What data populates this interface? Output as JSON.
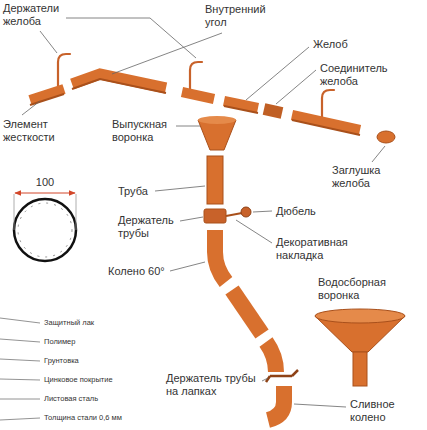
{
  "diagram": {
    "labels": [
      "Держатели желоба",
      "Внутренний угол",
      "Желоб",
      "Соединитель желоба",
      "Элемент жесткости",
      "Выпускная воронка",
      "Заглушка желоба",
      "100",
      "Труба",
      "Дюбель",
      "Держатель трубы",
      "Декоративная накладка",
      "Колено 60°",
      "Водосборная воронка",
      "Защитный лак",
      "Полимер",
      "Грунтовка",
      "Цинковое покрытие",
      "Листовая сталь",
      "Толщина стали 0,6 мм",
      "Держатель трубы на лапках",
      "Сливное колено"
    ]
  }
}
